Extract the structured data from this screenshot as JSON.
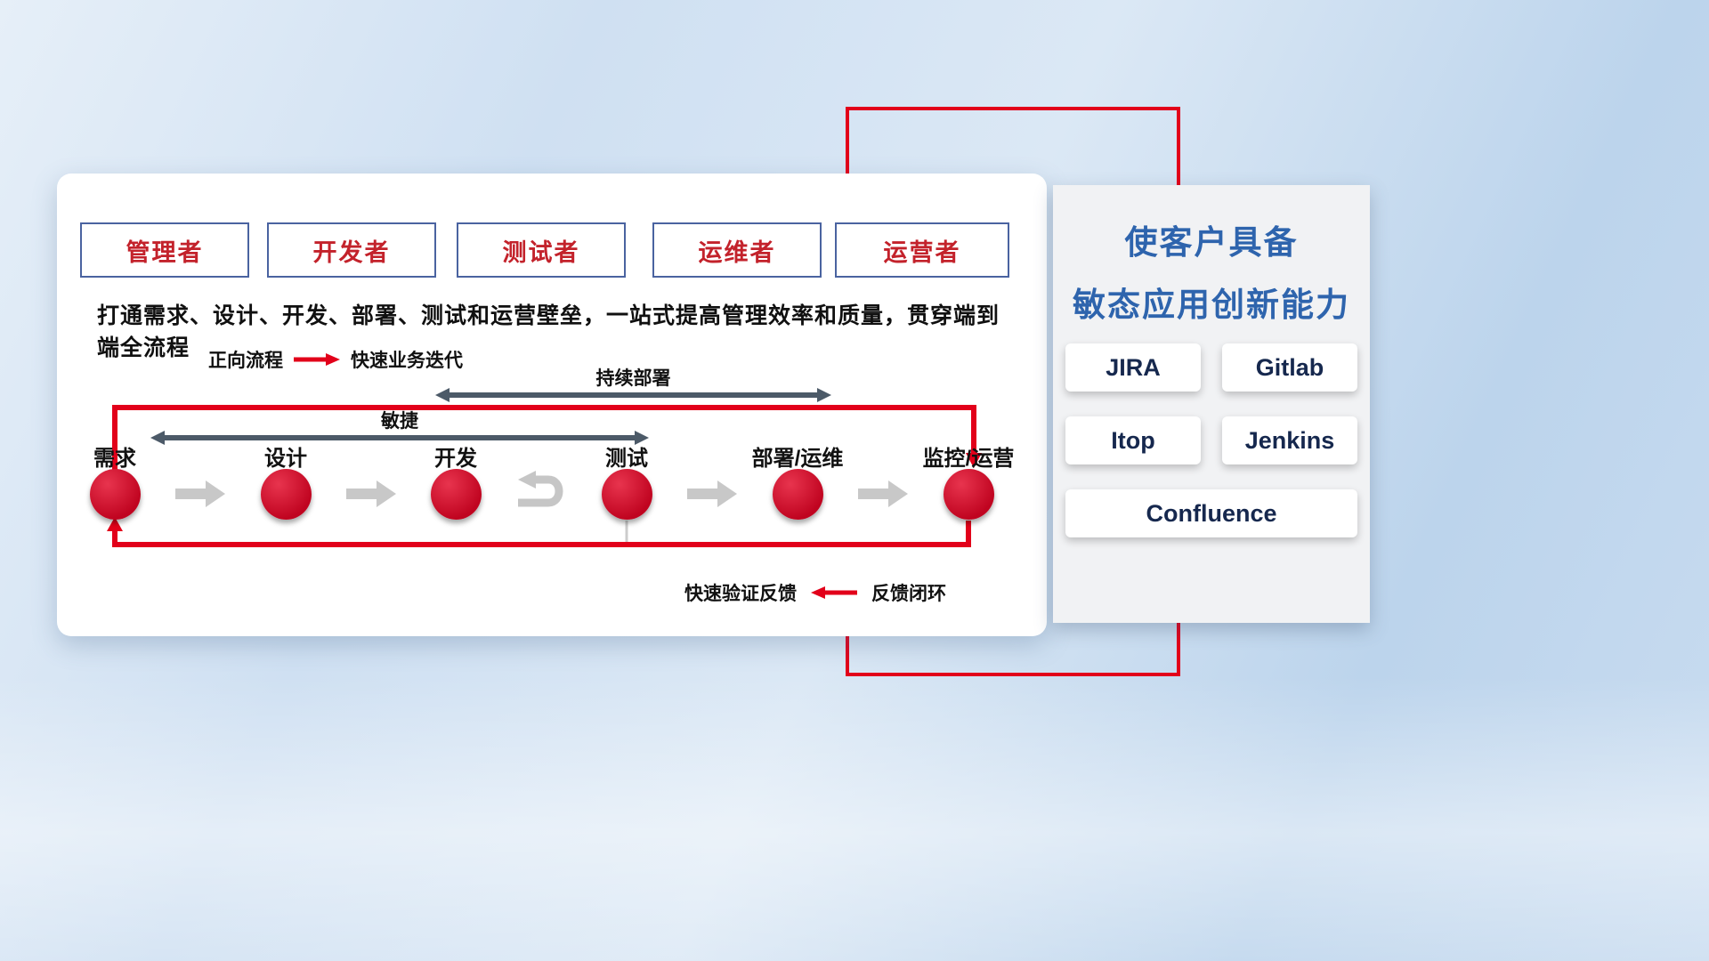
{
  "roles": [
    "管理者",
    "开发者",
    "测试者",
    "运维者",
    "运营者"
  ],
  "headline": "打通需求、设计、开发、部署、测试和运营壁垒，一站式提高管理效率和质量，贯穿端到端全流程",
  "legend": {
    "forward_label": "正向流程",
    "forward_value": "快速业务迭代",
    "feedback_value": "快速验证反馈",
    "feedback_label": "反馈闭环"
  },
  "span_arrows": {
    "deploy": "持续部署",
    "agile": "敏捷"
  },
  "stages": [
    "需求",
    "设计",
    "开发",
    "测试",
    "部署/运维",
    "监控/运营"
  ],
  "right_panel": {
    "title_line1": "使客户具备",
    "title_line2": "敏态应用创新能力",
    "tools": [
      "JIRA",
      "Gitlab",
      "Itop",
      "Jenkins",
      "Confluence"
    ]
  },
  "colors": {
    "accent_red": "#e2001a",
    "circle_red": "#cf0a2c",
    "title_blue": "#2e64ad",
    "arrow_dark": "#4c5a68",
    "arrow_gray": "#c8c8c8"
  }
}
